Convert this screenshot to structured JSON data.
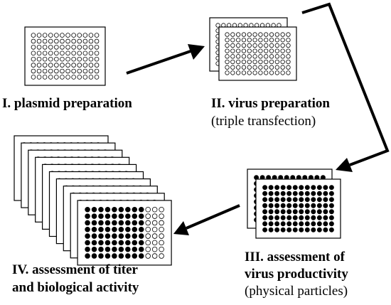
{
  "steps": [
    {
      "title": "I. plasmid  preparation"
    },
    {
      "title": "II. virus  preparation",
      "subtitle": "(triple transfection)"
    },
    {
      "title_line1": "III. assessment of",
      "title_line2": "virus  productivity",
      "subtitle": "(physical particles)"
    },
    {
      "title_line1": "IV. assessment of titer",
      "title_line2": "and biological activity"
    }
  ],
  "plate_format": {
    "rows": 8,
    "cols": 12
  },
  "plates": {
    "step1": {
      "count": 1,
      "filled_cols": 0
    },
    "step2": {
      "count": 2,
      "filled_cols": 0
    },
    "step3": {
      "count": 2,
      "filled_cols": 12
    },
    "step4": {
      "count": 10,
      "filled_cols": 9
    }
  },
  "colors": {
    "ink": "#000000",
    "paper": "#ffffff"
  }
}
